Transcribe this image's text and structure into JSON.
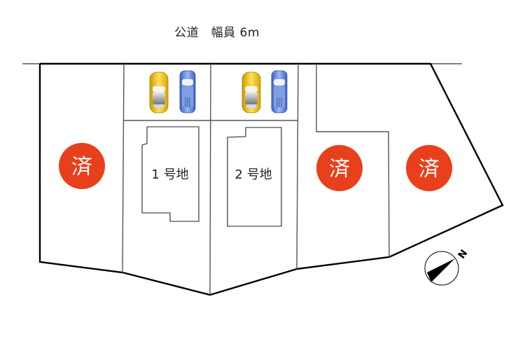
{
  "road": {
    "label": "公道　幅員 6m"
  },
  "lots": [
    {
      "id": "lot-west",
      "status": "sold",
      "badge": "済"
    },
    {
      "id": "lot-1",
      "label": "1 号地",
      "status": "available"
    },
    {
      "id": "lot-2",
      "label": "2 号地",
      "status": "available"
    },
    {
      "id": "lot-east-1",
      "status": "sold",
      "badge": "済"
    },
    {
      "id": "lot-east-2",
      "status": "sold",
      "badge": "済"
    }
  ],
  "compass": {
    "label": "N"
  },
  "colors": {
    "sold_badge": "#e8401c",
    "car_yellow": "#f2c51a",
    "car_blue": "#5b82d8",
    "line": "#000000"
  }
}
